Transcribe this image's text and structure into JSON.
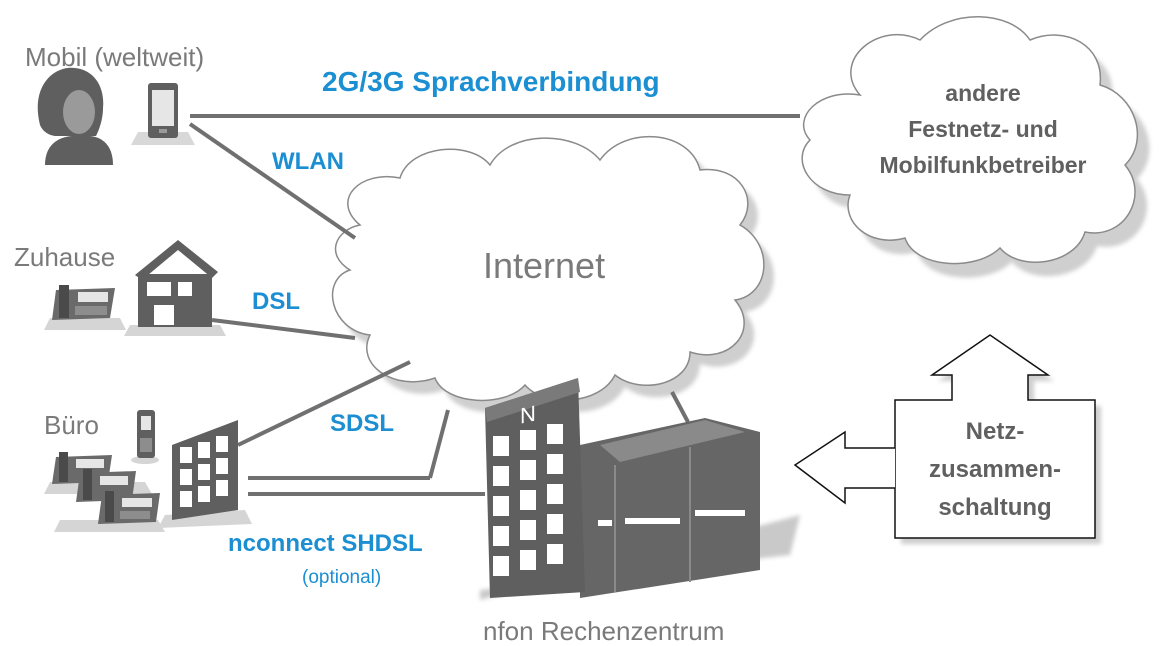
{
  "labels": {
    "mobil": "Mobil (weltweit)",
    "sprachverbindung": "2G/3G Sprachverbindung",
    "wlan": "WLAN",
    "zuhause": "Zuhause",
    "dsl": "DSL",
    "buero": "Büro",
    "sdsl": "SDSL",
    "nconnect": "nconnect SHDSL",
    "optional": "(optional)",
    "internet": "Internet",
    "rechenzentrum": "nfon Rechenzentrum",
    "building_letter": "N",
    "andere_1": "andere",
    "andere_2": "Festnetz- und",
    "andere_3": "Mobilfunkbetreiber",
    "netz_1": "Netz-",
    "netz_2": "zusammen-",
    "netz_3": "schaltung"
  },
  "colors": {
    "link_blue": "#1b8fd2",
    "icon_gray": "#5f5f5f",
    "text_gray": "#7a7a7a",
    "line_gray": "#707070",
    "shadow_gray": "#cfcfcf"
  }
}
